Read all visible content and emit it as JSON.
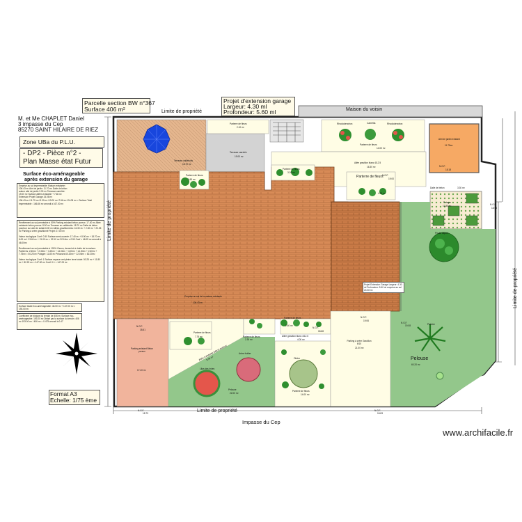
{
  "header": {
    "parcel_line1": "Parcelle section BW n°367",
    "parcel_line2": "Surface 406 m²",
    "project_line1": "Projet d'extension garage",
    "project_line2": "Largeur: 4.30 ml",
    "project_line3": "Profondeur: 5.60 ml",
    "owner_line1": "M. et Me CHAPLET Daniel",
    "owner_line2": "3 impasse du Cep",
    "owner_line3": "85270 SAINT HILAIRE DE RIEZ",
    "zone": "Zone UBa du  P.L.U.",
    "title_line1": "- DP2 - Pièce n°2 -",
    "title_line2": "Plan Masse état Futur",
    "subtitle_line1": "Surface éco-aménageable",
    "subtitle_line2": "après extension du garage",
    "format_line1": "Format A3",
    "format_line2": "Echelle: 1/75 ème"
  },
  "notes": {
    "block1": "Emprise au sol imperméable: Maison existante : 106.43 m² Abri de jardin: 11.70 m² Dalle de béton autour abri de jardin 3.30 m² Terrasse carrelée: 19.00 m² Surface allées existante + 7.66 m² Extension Projet Garage 24.08 m²",
    "block2": "106.43 m²+11.75 m²+3.30 m²+19.00 m²+7.66 m²+24.08 m² = Surface Total imperméable : 166.66 m² arrondi à 167.00 m²",
    "block3": "Revêtement  au sol perméable à 50% Parking existant béton poreux: 17.40 m² Allée existante béton poreux: 8.90 m² Terrasse en caillebotis: 18.70 m² Dalle de béton pourtour sur abri de soldat 6.00 m² Allées gravillonnées: 16.30 m² + 2.30 m² + 20.35 m² Parking à créer gravillonné Projet: 27.00 m²",
    "block4": "Valeur écologique Coef: 0.50 Surface semi-ouverte: 17.40 m² + 8.90 m² + 18.70 m² 6.00 m²+ 23.60 m² + 21.00 m² = 92.10 m² 92.10m² x 0.50 Coef = 46.05 m² arrondi à 46.00m²",
    "block5": "Revêtement  au sol perméable à 100% Gazon, devant et à droite de la maison: Parterres: 2.60m² + 2.30m² + 3.20m² + 14.00m² + 4.00m² + 14.00m² + 2.60m² + 7.75m² = 50.25 m² Potager: 11.80 m² Pelouses 60.20m² + 22.00m² = 82.20m²",
    "block6": "Valeur écologique Coef: 1 Surface espace vert pleine terre totale: 50.25 m² + 11.80 m² + 82.20 m² = 147.00 m² Coef: 0.1 = 147.00 m²",
    "block7": "Surface totale éco-aménageable: 46.00 m² + 147.00 m² = 193.00 m²",
    "block8": "Coefficient de biotope du terrain de 406 m² Surface éco-aménageable: 193.00 m² Divisé par la surface du terrain: 406 m² 193.00 m² / 406 m² = 0.475 arrondi à 0.47"
  },
  "labels": {
    "limite_top": "Limite de propriété",
    "limite_bottom": "Limite de propriété",
    "limite_left": "Limite de propriété",
    "limite_right": "Limite de propriété",
    "voisin": "Maison du voisin",
    "impasse": "Impasse du Cep",
    "watermark": "www.archifacile.fr",
    "terrasse_caill": "Terrasse caillebotis",
    "terrasse_caill_area": "18.70 m²",
    "terrasse_carrelee": "Terrasse carrelée",
    "terrasse_carrelee_area": "19.00 m²",
    "parterre_fleurs_top": "Parterre de fleurs",
    "parterre_fleurs_top_area": "2.10 m²",
    "parterre_fleurs_mid": "Parterre de fleurs",
    "parterre_fleurs_mid_area": "3.20 m²",
    "parterre_fleurs_left": "Parterre de fleurs",
    "parterre_fleurs_left_area": "2.60 m²",
    "rhodo1": "Rhododendron",
    "rhodo2": "Rhododendron",
    "camelia": "Camélia",
    "parterre_fleurs_right": "Parterre de fleurs",
    "parterre_fleurs_right_area": "14.00 m²",
    "allee_gravillon": "Allée gravillon blanc 4/12.5",
    "allee_gravillon_area": "16.30 m²",
    "abri_jardin": "Abri de jardin existant",
    "abri_jardin_area": "11.75m²",
    "ngf1": "N.G.F.",
    "ngf1_val": "18.18",
    "ngf2": "N.G.F.",
    "ngf2_val": "19.00",
    "dalle_beton": "Dalle de béton",
    "dalle_beton_area": "3.30 m²",
    "parterre_fleurs_side": "Parterre de fleurs",
    "parterre_fleurs_side_area": "4.00 m²",
    "potager": "Potager",
    "potager_area": "11.80 m²",
    "emprise_maison": "Emprise au sol de la maison existante",
    "emprise_maison_area": "106.43 m²",
    "projet_garage": "Projet Extension Garage Largeur: 4.30 ml Profondeur: 5.60 ml emprise au sol 24.08 m²",
    "pin_japon": "Pin du Japon",
    "parking_gauche": "Parking existant Béton poreux",
    "parking_gauche_area": "17.40 m²",
    "ngf_left": "N.G.F.",
    "ngf_left_val": "18.61",
    "parterre_fleurs_bl": "Parterre de fleurs",
    "parterre_fleurs_bl_area": "7.75 m²",
    "allee_existante": "Allée existante béton poreux",
    "allee_existante_area": "8.90 m²",
    "parterre_fleurs_c": "Parterre de fleurs",
    "parterre_fleurs_c_area": "2.30 m²",
    "parterre_fleurs_d": "Parterre de fleurs",
    "parterre_fleurs_d_area": "2.60 m²",
    "allee_gravillon_bottom": "Allée gravillon blanc 4/12.5",
    "allee_gravillon_bottom_area": "4.00 m²",
    "ngf_mid": "N.G.F.",
    "ngf_mid_val": "18.68",
    "parking_creer": "Parking à créer Gravillon 6/10",
    "parking_creer_area": "21.00 m²",
    "ngf_right1": "N.G.F.",
    "ngf_right1_val": "19.06",
    "ngf_right2": "N.G.F.",
    "ngf_right2_val": "19.08",
    "palmier": "Palmier",
    "pelouse_right": "Pelouse",
    "pelouse_right_area": "60.20 m²",
    "pelouse_left": "Pelouse",
    "pelouse_left_area": "22.00 m²",
    "arbre_fruitier": "Arbre fruitier",
    "olivier": "Olivier",
    "lilas": "Lilas des Indes",
    "parterre_fleurs_e": "Parterre de fleurs",
    "parterre_fleurs_e_area": "14.00 m²",
    "ngf_bottom_left": "N.G.F.",
    "ngf_bottom_left_val": "18.73",
    "ngf_bottom_right": "N.G.F.",
    "ngf_bottom_right_val": "18.83",
    "ngf_far_right": "N.G.F.",
    "ngf_far_right_val": "18.93"
  },
  "colors": {
    "roof": "#d78a55",
    "lawn": "#93c78b",
    "gravel": "#fffde5",
    "terrace": "#d6d4d4",
    "parking": "#f1b49c",
    "shed": "#f6a964",
    "umbrella": "#1846dd"
  }
}
